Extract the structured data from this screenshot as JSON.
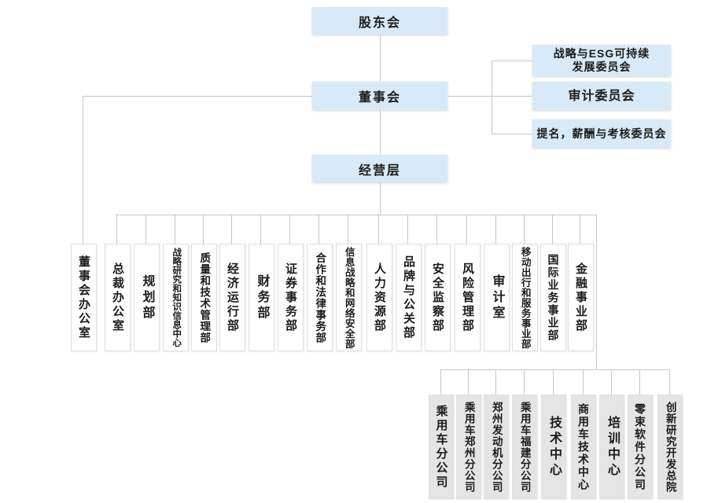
{
  "colors": {
    "node_blue": "#d8eaf7",
    "node_gray": "#e4e4e4",
    "node_white": "#ffffff",
    "connector_gray": "#c6c6c6",
    "text_dark": "#1b1b1b"
  },
  "governance": [
    {
      "label": "股东会"
    },
    {
      "label": "董事会"
    },
    {
      "label": "经营层"
    }
  ],
  "committees": [
    {
      "lines": [
        "战略与ESG可持续",
        "发展委员会"
      ]
    },
    {
      "lines": [
        "审计委员会"
      ]
    },
    {
      "lines": [
        "提名，薪酬与考核委员会"
      ]
    }
  ],
  "departments": [
    {
      "label": "董事会办公室"
    },
    {
      "label": "总裁办公室"
    },
    {
      "label": "规划部"
    },
    {
      "label": "战略研究和知识信息中心"
    },
    {
      "label": "质量和技术管理部"
    },
    {
      "label": "经济运行部"
    },
    {
      "label": "财务部"
    },
    {
      "label": "证券事务部"
    },
    {
      "label": "合作和法律事务部"
    },
    {
      "label": "信息战略和网络安全部"
    },
    {
      "label": "人力资源部"
    },
    {
      "label": "品牌与公关部"
    },
    {
      "label": "安全监察部"
    },
    {
      "label": "风险管理部"
    },
    {
      "label": "审计室"
    },
    {
      "label": "移动出行和服务事业部"
    },
    {
      "label": "国际业务事业部"
    },
    {
      "label": "金融事业部"
    }
  ],
  "branches": [
    {
      "label": "乘用车分公司"
    },
    {
      "label": "乘用车郑州分公司"
    },
    {
      "label": "郑州发动机分公司"
    },
    {
      "label": "乘用车福建分公司"
    },
    {
      "label": "技术中心"
    },
    {
      "label": "商用车技术中心"
    },
    {
      "label": "培训中心"
    },
    {
      "label": "零束软件分公司"
    },
    {
      "label": "创新研究开发总院"
    }
  ]
}
